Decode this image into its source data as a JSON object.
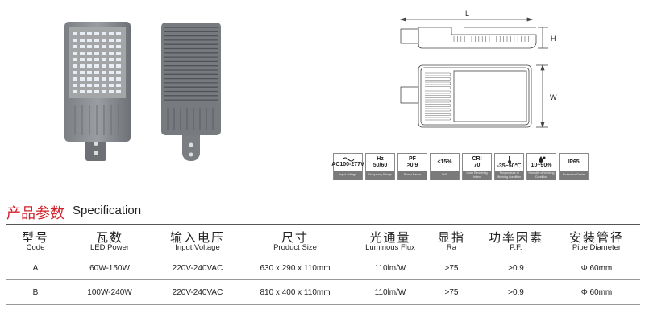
{
  "diagram": {
    "length_label": "L",
    "height_label": "H",
    "width_label": "W"
  },
  "badges": [
    {
      "icon": "sine-wave-icon",
      "top": "AC100-277V",
      "bottom": "Input Voltage"
    },
    {
      "icon": "",
      "top": "Hz\n50/60",
      "bottom": "Frequency Range"
    },
    {
      "icon": "",
      "top": "PF\n>0.9",
      "bottom": "Power Factor"
    },
    {
      "icon": "",
      "top": "<15%",
      "bottom": "THD"
    },
    {
      "icon": "",
      "top": "CRI\n70",
      "bottom": "Color Rendering Index"
    },
    {
      "icon": "thermometer-icon",
      "top": "-35~50℃",
      "bottom": "Temperature of Working Condition"
    },
    {
      "icon": "water-drop-icon",
      "top": "10~90%",
      "bottom": "Humidity of Working Condition"
    },
    {
      "icon": "",
      "top": "IP65",
      "bottom": "Protection Grade"
    }
  ],
  "section": {
    "title_cn": "产品参数",
    "title_en": "Specification"
  },
  "table": {
    "headers": [
      {
        "cn": "型号",
        "en": "Code"
      },
      {
        "cn": "瓦数",
        "en": "LED Power"
      },
      {
        "cn": "输入电压",
        "en": "Input Voltage"
      },
      {
        "cn": "尺寸",
        "en": "Product Size"
      },
      {
        "cn": "光通量",
        "en": "Luminous Flux"
      },
      {
        "cn": "显指",
        "en": "Ra"
      },
      {
        "cn": "功率因素",
        "en": "P.F."
      },
      {
        "cn": "安装管径",
        "en": "Pipe Diameter"
      }
    ],
    "rows": [
      [
        "A",
        "60W-150W",
        "220V-240VAC",
        "630 x 290 x 110mm",
        "110lm/W",
        ">75",
        ">0.9",
        "Φ 60mm"
      ],
      [
        "B",
        "100W-240W",
        "220V-240VAC",
        "810 x 400 x 110mm",
        "110lm/W",
        ">75",
        ">0.9",
        "Φ 60mm"
      ]
    ]
  },
  "colors": {
    "accent": "#d2202a",
    "badge_bar": "#7a7a7a"
  }
}
